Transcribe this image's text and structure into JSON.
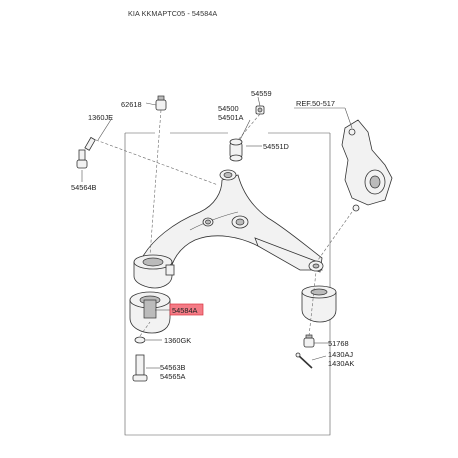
{
  "header": {
    "title": "KIA KKMAPTC05 - 54584A"
  },
  "colors": {
    "highlight_fill": "#f47b86",
    "highlight_border": "#d9343f",
    "line": "#555555"
  },
  "labels": {
    "p62618": "62618",
    "p1360JE": "1360JE",
    "p54564B": "54564B",
    "p54500": "54500",
    "p54501A": "54501A",
    "p54559": "54559",
    "p54551D": "54551D",
    "ref": "REF.50-517",
    "p54584A": "54584A",
    "p1360GK": "1360GK",
    "p54563B": "54563B",
    "p54565A": "54565A",
    "p51768": "51768",
    "p1430AJ": "1430AJ",
    "p1430AK": "1430AK"
  }
}
